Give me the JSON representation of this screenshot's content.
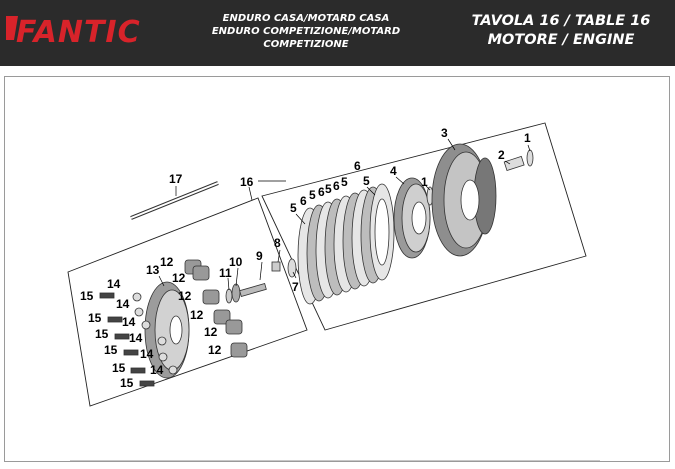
{
  "header": {
    "brand": "FANTIC",
    "subtitle_line1": "ENDURO CASA/MOTARD CASA",
    "subtitle_line2": "ENDURO COMPETIZIONE/MOTARD COMPETIZIONE",
    "table_line1": "TAVOLA 16  /  TABLE 16",
    "table_line2": "MOTORE  /  ENGINE",
    "brand_color": "#d8232a",
    "header_bg": "#2b2b2b"
  },
  "diagram": {
    "callouts": {
      "c1a": "1",
      "c1b": "1",
      "c2": "2",
      "c3": "3",
      "c4": "4",
      "c5a": "5",
      "c5b": "5",
      "c5c": "5",
      "c5d": "5",
      "c6a": "6",
      "c6b": "6",
      "c6c": "6",
      "c6d": "6",
      "c7": "7",
      "c8": "8",
      "c9": "9",
      "c10": "10",
      "c11": "11",
      "c12a": "12",
      "c12b": "12",
      "c12c": "12",
      "c12d": "12",
      "c12e": "12",
      "c12f": "12",
      "c13": "13",
      "c14a": "14",
      "c14b": "14",
      "c14c": "14",
      "c14d": "14",
      "c14e": "14",
      "c14f": "14",
      "c15a": "15",
      "c15b": "15",
      "c15c": "15",
      "c15d": "15",
      "c15e": "15",
      "c15f": "15",
      "c16": "16",
      "c17": "17"
    }
  }
}
